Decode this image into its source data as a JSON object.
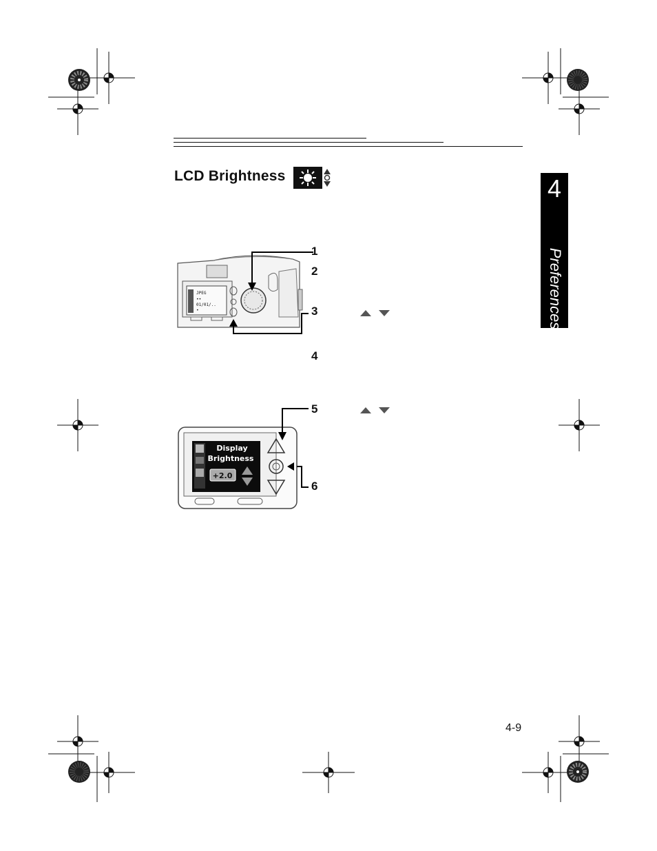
{
  "section": {
    "title": "LCD Brightness",
    "title_icon": "sun-brightness-icon"
  },
  "side_tab": {
    "chapter_number": "4",
    "label": "Preferences"
  },
  "steps": [
    "1",
    "2",
    "3",
    "4",
    "5",
    "6"
  ],
  "arrow_pairs": [
    "up-down-arrows-icon",
    "up-down-arrows-icon"
  ],
  "illustration_top": {
    "screen_lines": [
      "JPEG",
      "••",
      "01/01/..",
      "•"
    ]
  },
  "illustration_bottom": {
    "screen_title_line1": "Display",
    "screen_title_line2": "Brightness",
    "value": "+2.0"
  },
  "page_number": "4-9"
}
